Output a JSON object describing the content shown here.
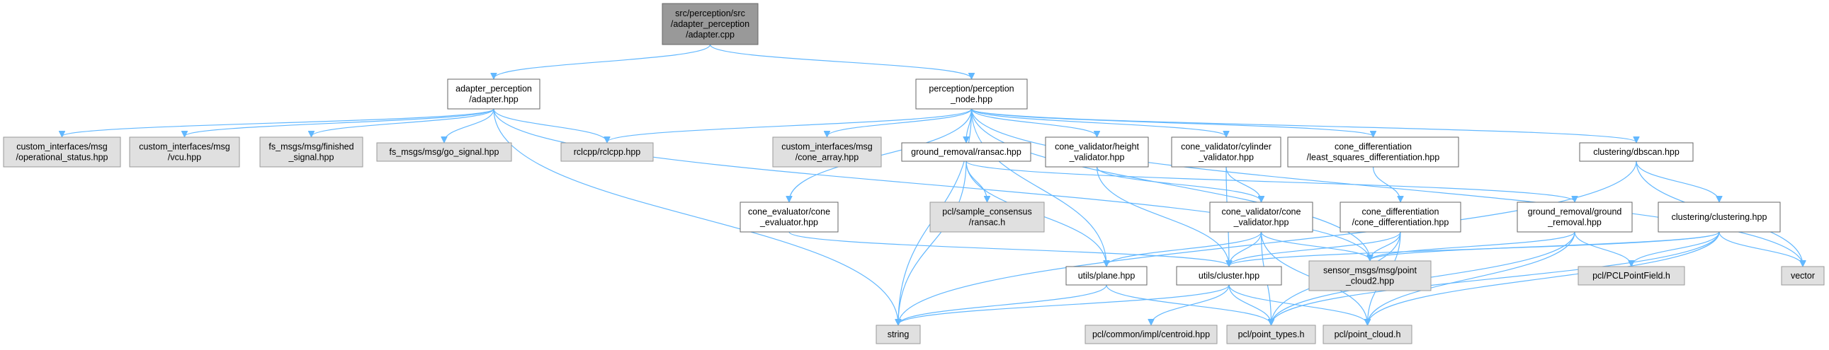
{
  "diagram": {
    "type": "include-dependency-graph",
    "colors": {
      "source_fill": "#999999",
      "local_fill": "#ffffff",
      "external_fill": "#e0e0e0",
      "border": "#666666",
      "edge": "#63b8ff"
    },
    "nodes": [
      {
        "id": "adapter_cpp",
        "kind": "source",
        "lines": [
          "src/perception/src",
          "/adapter_perception",
          "/adapter.cpp"
        ]
      },
      {
        "id": "adapter_hpp",
        "kind": "local",
        "lines": [
          "adapter_perception",
          "/adapter.hpp"
        ]
      },
      {
        "id": "perception_node",
        "kind": "local",
        "lines": [
          "perception/perception",
          "_node.hpp"
        ]
      },
      {
        "id": "operational_status",
        "kind": "external",
        "lines": [
          "custom_interfaces/msg",
          "/operational_status.hpp"
        ]
      },
      {
        "id": "vcu",
        "kind": "external",
        "lines": [
          "custom_interfaces/msg",
          "/vcu.hpp"
        ]
      },
      {
        "id": "finished_signal",
        "kind": "external",
        "lines": [
          "fs_msgs/msg/finished",
          "_signal.hpp"
        ]
      },
      {
        "id": "go_signal",
        "kind": "external",
        "lines": [
          "fs_msgs/msg/go_signal.hpp"
        ]
      },
      {
        "id": "rclcpp",
        "kind": "external",
        "lines": [
          "rclcpp/rclcpp.hpp"
        ]
      },
      {
        "id": "cone_array",
        "kind": "external",
        "lines": [
          "custom_interfaces/msg",
          "/cone_array.hpp"
        ]
      },
      {
        "id": "ransac_hpp",
        "kind": "local",
        "lines": [
          "ground_removal/ransac.hpp"
        ]
      },
      {
        "id": "height_validator",
        "kind": "local",
        "lines": [
          "cone_validator/height",
          "_validator.hpp"
        ]
      },
      {
        "id": "cylinder_validator",
        "kind": "local",
        "lines": [
          "cone_validator/cylinder",
          "_validator.hpp"
        ]
      },
      {
        "id": "least_squares",
        "kind": "local",
        "lines": [
          "cone_differentiation",
          "/least_squares_differentiation.hpp"
        ]
      },
      {
        "id": "dbscan",
        "kind": "local",
        "lines": [
          "clustering/dbscan.hpp"
        ]
      },
      {
        "id": "cone_evaluator",
        "kind": "local",
        "lines": [
          "cone_evaluator/cone",
          "_evaluator.hpp"
        ]
      },
      {
        "id": "sample_consensus",
        "kind": "external",
        "lines": [
          "pcl/sample_consensus",
          "/ransac.h"
        ]
      },
      {
        "id": "cone_validator",
        "kind": "local",
        "lines": [
          "cone_validator/cone",
          "_validator.hpp"
        ]
      },
      {
        "id": "cone_differentiation",
        "kind": "local",
        "lines": [
          "cone_differentiation",
          "/cone_differentiation.hpp"
        ]
      },
      {
        "id": "ground_removal",
        "kind": "local",
        "lines": [
          "ground_removal/ground",
          "_removal.hpp"
        ]
      },
      {
        "id": "clustering_hpp",
        "kind": "local",
        "lines": [
          "clustering/clustering.hpp"
        ]
      },
      {
        "id": "plane_hpp",
        "kind": "local",
        "lines": [
          "utils/plane.hpp"
        ]
      },
      {
        "id": "cluster_hpp",
        "kind": "local",
        "lines": [
          "utils/cluster.hpp"
        ]
      },
      {
        "id": "point_cloud2",
        "kind": "external",
        "lines": [
          "sensor_msgs/msg/point",
          "_cloud2.hpp"
        ]
      },
      {
        "id": "pcl_point_field",
        "kind": "external",
        "lines": [
          "pcl/PCLPointField.h"
        ]
      },
      {
        "id": "vector",
        "kind": "external",
        "lines": [
          "vector"
        ]
      },
      {
        "id": "string",
        "kind": "external",
        "lines": [
          "string"
        ]
      },
      {
        "id": "centroid",
        "kind": "external",
        "lines": [
          "pcl/common/impl/centroid.hpp"
        ]
      },
      {
        "id": "point_types",
        "kind": "external",
        "lines": [
          "pcl/point_types.h"
        ]
      },
      {
        "id": "point_cloud",
        "kind": "external",
        "lines": [
          "pcl/point_cloud.h"
        ]
      }
    ],
    "edges": [
      [
        "adapter_cpp",
        "adapter_hpp"
      ],
      [
        "adapter_cpp",
        "perception_node"
      ],
      [
        "adapter_hpp",
        "operational_status"
      ],
      [
        "adapter_hpp",
        "vcu"
      ],
      [
        "adapter_hpp",
        "finished_signal"
      ],
      [
        "adapter_hpp",
        "go_signal"
      ],
      [
        "adapter_hpp",
        "rclcpp"
      ],
      [
        "adapter_hpp",
        "string"
      ],
      [
        "adapter_hpp",
        "point_cloud2"
      ],
      [
        "perception_node",
        "rclcpp"
      ],
      [
        "perception_node",
        "cone_array"
      ],
      [
        "perception_node",
        "ransac_hpp"
      ],
      [
        "perception_node",
        "height_validator"
      ],
      [
        "perception_node",
        "cylinder_validator"
      ],
      [
        "perception_node",
        "least_squares"
      ],
      [
        "perception_node",
        "dbscan"
      ],
      [
        "perception_node",
        "cone_evaluator"
      ],
      [
        "perception_node",
        "plane_hpp"
      ],
      [
        "perception_node",
        "string"
      ],
      [
        "perception_node",
        "point_cloud2"
      ],
      [
        "perception_node",
        "vector"
      ],
      [
        "ransac_hpp",
        "sample_consensus"
      ],
      [
        "ransac_hpp",
        "ground_removal"
      ],
      [
        "ransac_hpp",
        "plane_hpp"
      ],
      [
        "ransac_hpp",
        "string"
      ],
      [
        "height_validator",
        "cone_validator"
      ],
      [
        "height_validator",
        "cluster_hpp"
      ],
      [
        "cylinder_validator",
        "cone_validator"
      ],
      [
        "cylinder_validator",
        "cluster_hpp"
      ],
      [
        "least_squares",
        "cone_differentiation"
      ],
      [
        "dbscan",
        "clustering_hpp"
      ],
      [
        "dbscan",
        "string"
      ],
      [
        "dbscan",
        "vector"
      ],
      [
        "cone_evaluator",
        "cluster_hpp"
      ],
      [
        "cone_validator",
        "plane_hpp"
      ],
      [
        "cone_validator",
        "cluster_hpp"
      ],
      [
        "cone_validator",
        "point_cloud2"
      ],
      [
        "cone_validator",
        "point_types"
      ],
      [
        "cone_validator",
        "point_cloud"
      ],
      [
        "cone_differentiation",
        "cluster_hpp"
      ],
      [
        "cone_differentiation",
        "point_cloud2"
      ],
      [
        "cone_differentiation",
        "point_types"
      ],
      [
        "cone_differentiation",
        "point_cloud"
      ],
      [
        "ground_removal",
        "point_cloud2"
      ],
      [
        "ground_removal",
        "pcl_point_field"
      ],
      [
        "ground_removal",
        "point_types"
      ],
      [
        "ground_removal",
        "point_cloud"
      ],
      [
        "clustering_hpp",
        "cluster_hpp"
      ],
      [
        "clustering_hpp",
        "point_cloud2"
      ],
      [
        "clustering_hpp",
        "pcl_point_field"
      ],
      [
        "clustering_hpp",
        "vector"
      ],
      [
        "clustering_hpp",
        "point_types"
      ],
      [
        "clustering_hpp",
        "point_cloud"
      ],
      [
        "plane_hpp",
        "string"
      ],
      [
        "plane_hpp",
        "point_types"
      ],
      [
        "cluster_hpp",
        "string"
      ],
      [
        "cluster_hpp",
        "centroid"
      ],
      [
        "cluster_hpp",
        "point_types"
      ],
      [
        "cluster_hpp",
        "point_cloud"
      ]
    ]
  }
}
